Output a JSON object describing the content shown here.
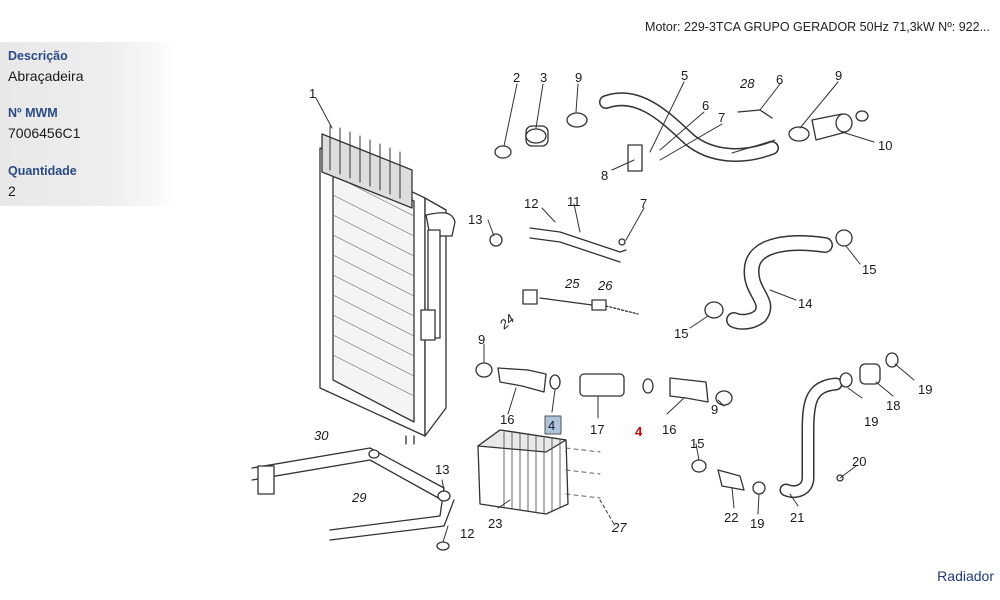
{
  "header": {
    "text": "Motor: 229-3TCA GRUPO GERADOR 50Hz 71,3kW   Nº: 922..."
  },
  "details": {
    "descricao_label": "Descrição",
    "descricao_value": "Abraçadeira",
    "mwm_label": "Nº MWM",
    "mwm_value": "7006456C1",
    "quantidade_label": "Quantidade",
    "quantidade_value": "2"
  },
  "footer": {
    "link": "Radiador"
  },
  "diagram": {
    "selected_callout": "4",
    "labels": {
      "l1": "1",
      "l2": "2",
      "l3": "3",
      "l4": "4",
      "l5": "5",
      "l6a": "6",
      "l6b": "6",
      "l7a": "7",
      "l7b": "7",
      "l8": "8",
      "l9a": "9",
      "l9b": "9",
      "l9c": "9",
      "l9d": "9",
      "l10": "10",
      "l11": "11",
      "l12a": "12",
      "l12b": "12",
      "l13a": "13",
      "l13b": "13",
      "l14": "14",
      "l15a": "15",
      "l15b": "15",
      "l15c": "15",
      "l16a": "16",
      "l16b": "16",
      "l17": "17",
      "l18": "18",
      "l19a": "19",
      "l19b": "19",
      "l19c": "19",
      "l20": "20",
      "l21": "21",
      "l22": "22",
      "l23": "23",
      "l24": "24",
      "l25": "25",
      "l26": "26",
      "l27": "27",
      "l28": "28",
      "l29": "29",
      "l30": "30"
    }
  },
  "colors": {
    "label_blue": "#2a4a86",
    "link_blue": "#1d3a80",
    "selected_red": "#cc0000",
    "callout_box": "#aec4dc"
  }
}
